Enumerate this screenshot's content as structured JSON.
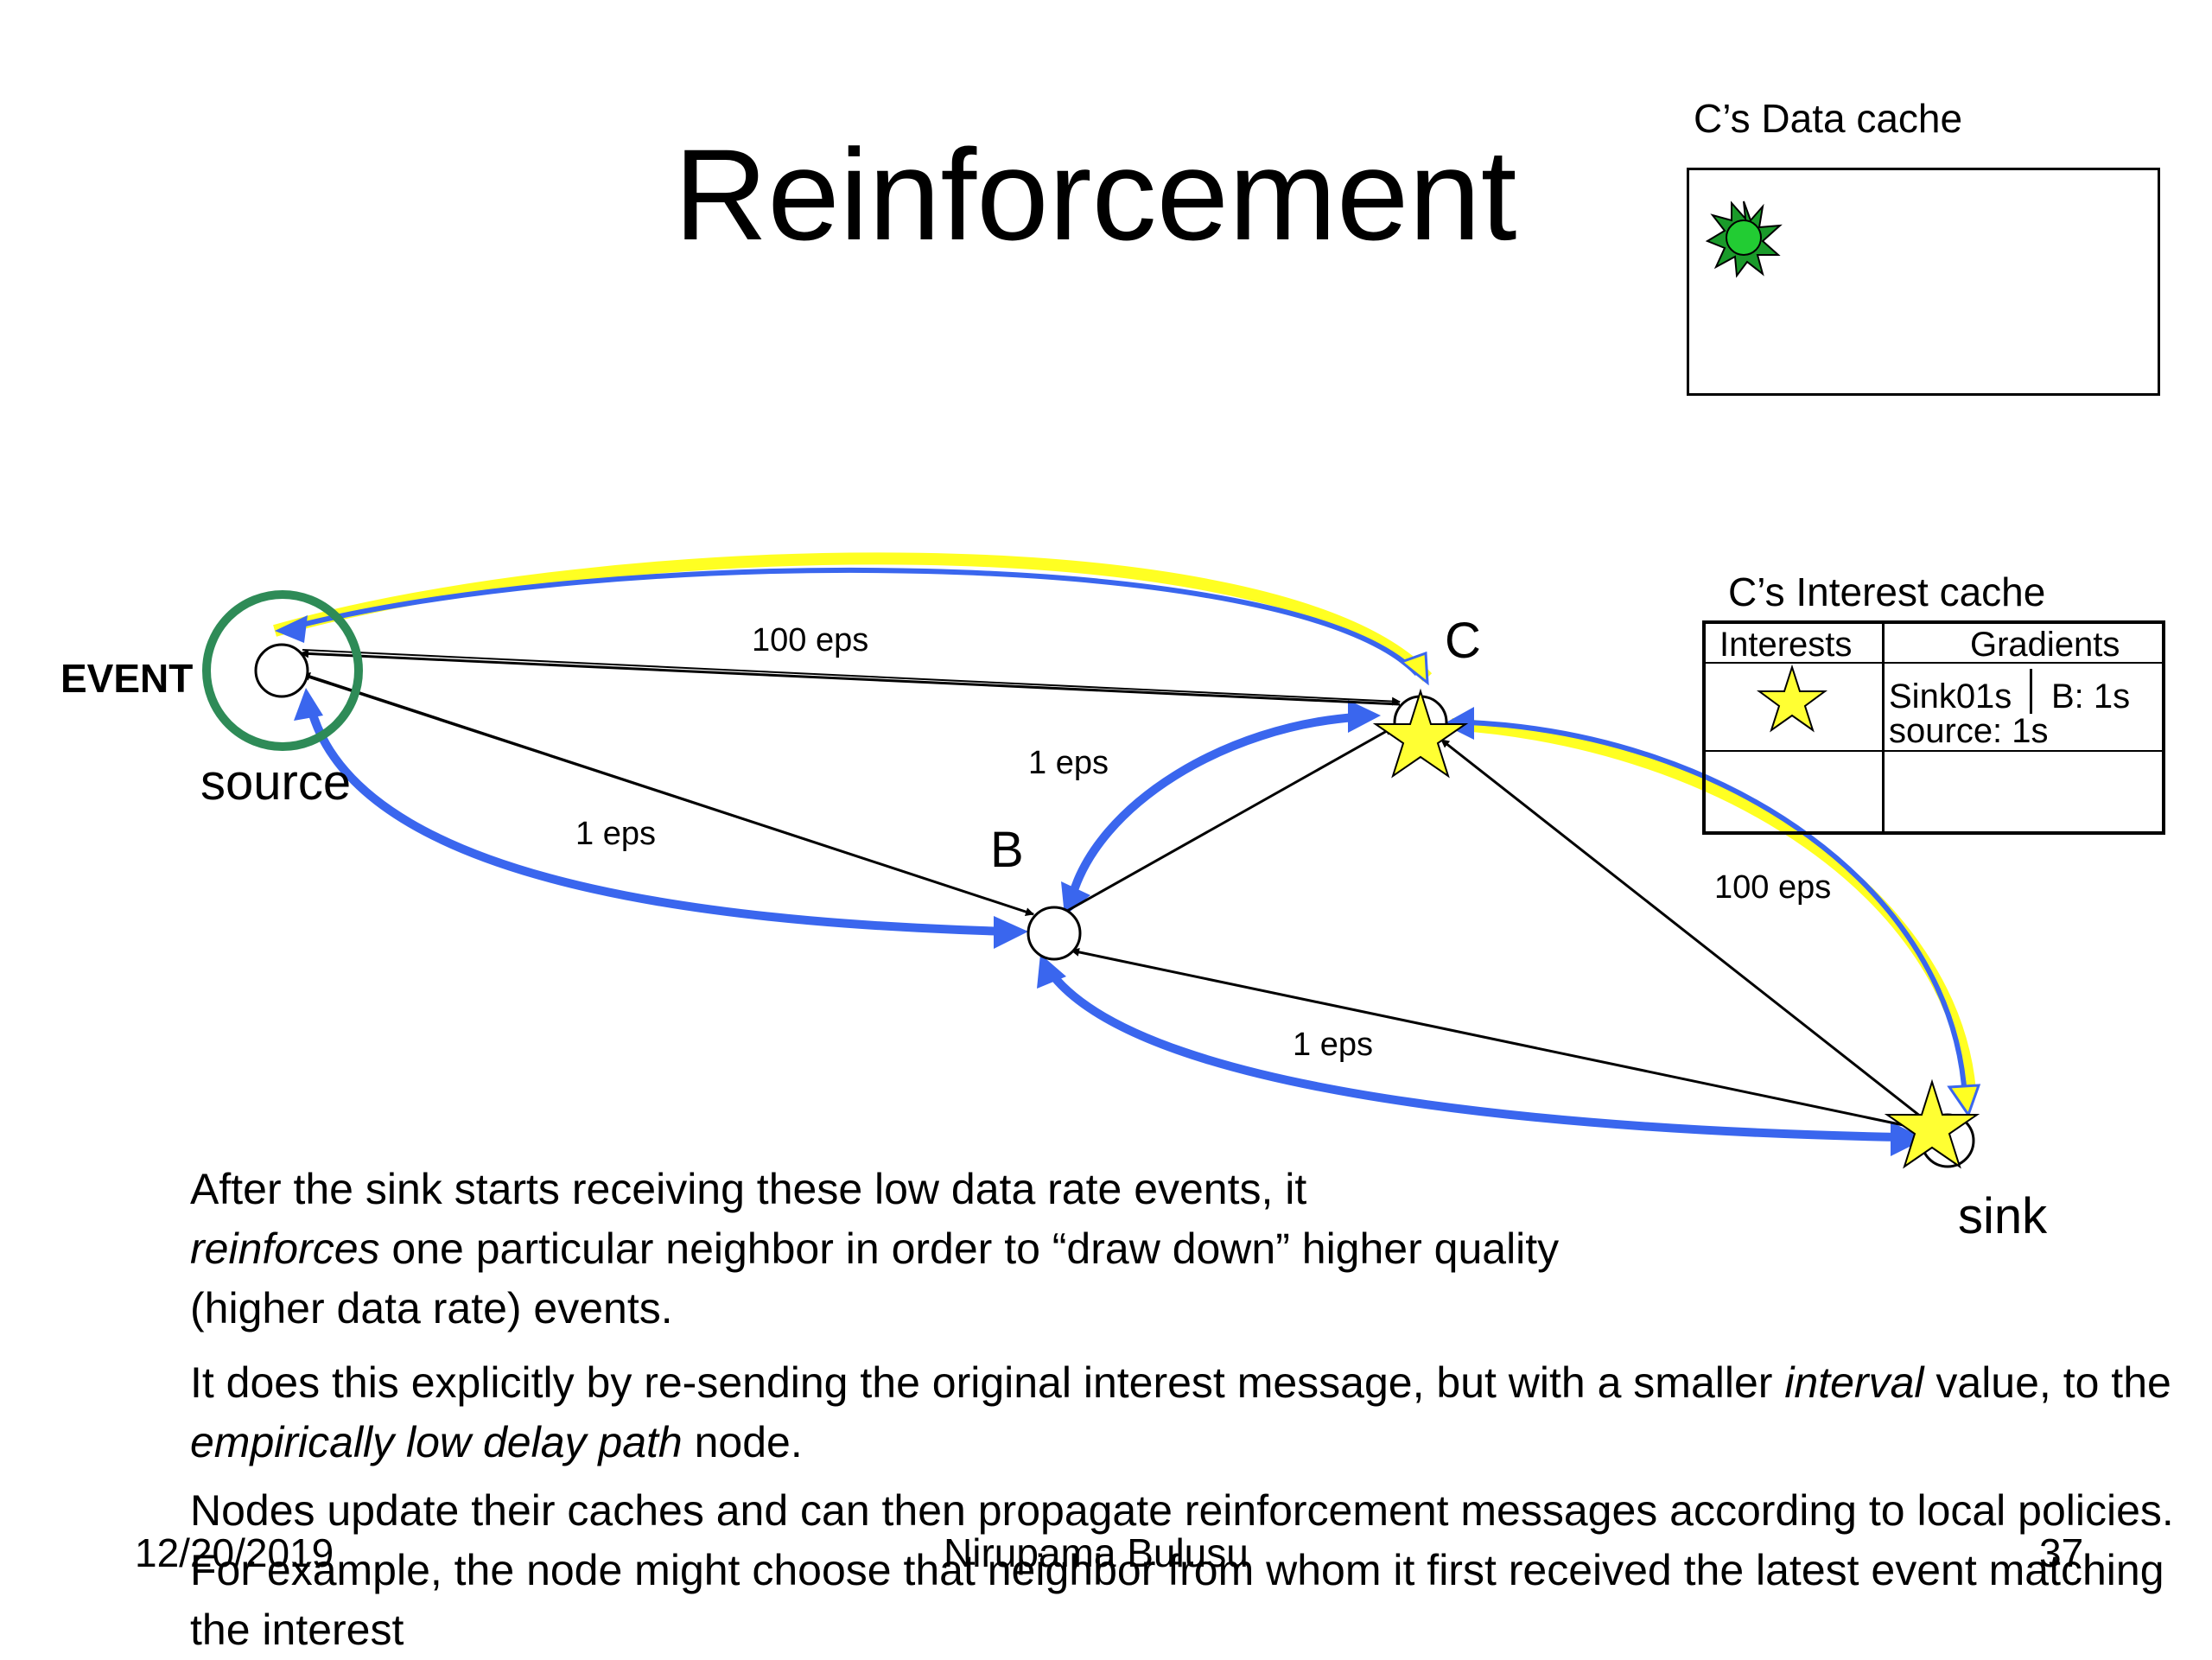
{
  "title": "Reinforcement",
  "data_cache": {
    "title": "C’s Data cache"
  },
  "interest_cache": {
    "title": "C’s Interest cache",
    "headers": {
      "interests": "Interests",
      "gradients": "Gradients"
    },
    "gradients": {
      "sink": "Sink01s",
      "b": "B: 1s",
      "source": "source: 1s"
    }
  },
  "nodes": {
    "event": "EVENT",
    "source": "source",
    "b": "B",
    "c": "C",
    "sink": "sink"
  },
  "edge_labels": {
    "source_c": "100 eps",
    "source_b": "1 eps",
    "b_c": "1 eps",
    "b_sink": "1 eps",
    "c_sink": "100 eps"
  },
  "body": {
    "p1_text": "After the sink starts receiving these low data rate events, it",
    "p1_em": "reinforces",
    "p1_rest": " one particular neighbor in order to “draw down” higher quality (higher data rate) events.",
    "p2_a": "It does this explicitly by re-sending the original interest message, but with a smaller ",
    "p2_em1": "interval",
    "p2_b": " value, to the ",
    "p2_em2": "empirically low delay path",
    "p2_c": " node.",
    "p3": "Nodes update their caches and can then propagate reinforcement messages according to local policies.  For example, the node might choose that neighbor from whom it first received the latest event matching the interest"
  },
  "footer": {
    "date": "12/20/2019",
    "author": "Nirupama Bulusu",
    "page": "37"
  },
  "colors": {
    "blue": "#3a66ee",
    "yellow": "#ffff22",
    "green_ring": "#2e8b57",
    "star": "#ffff33"
  }
}
